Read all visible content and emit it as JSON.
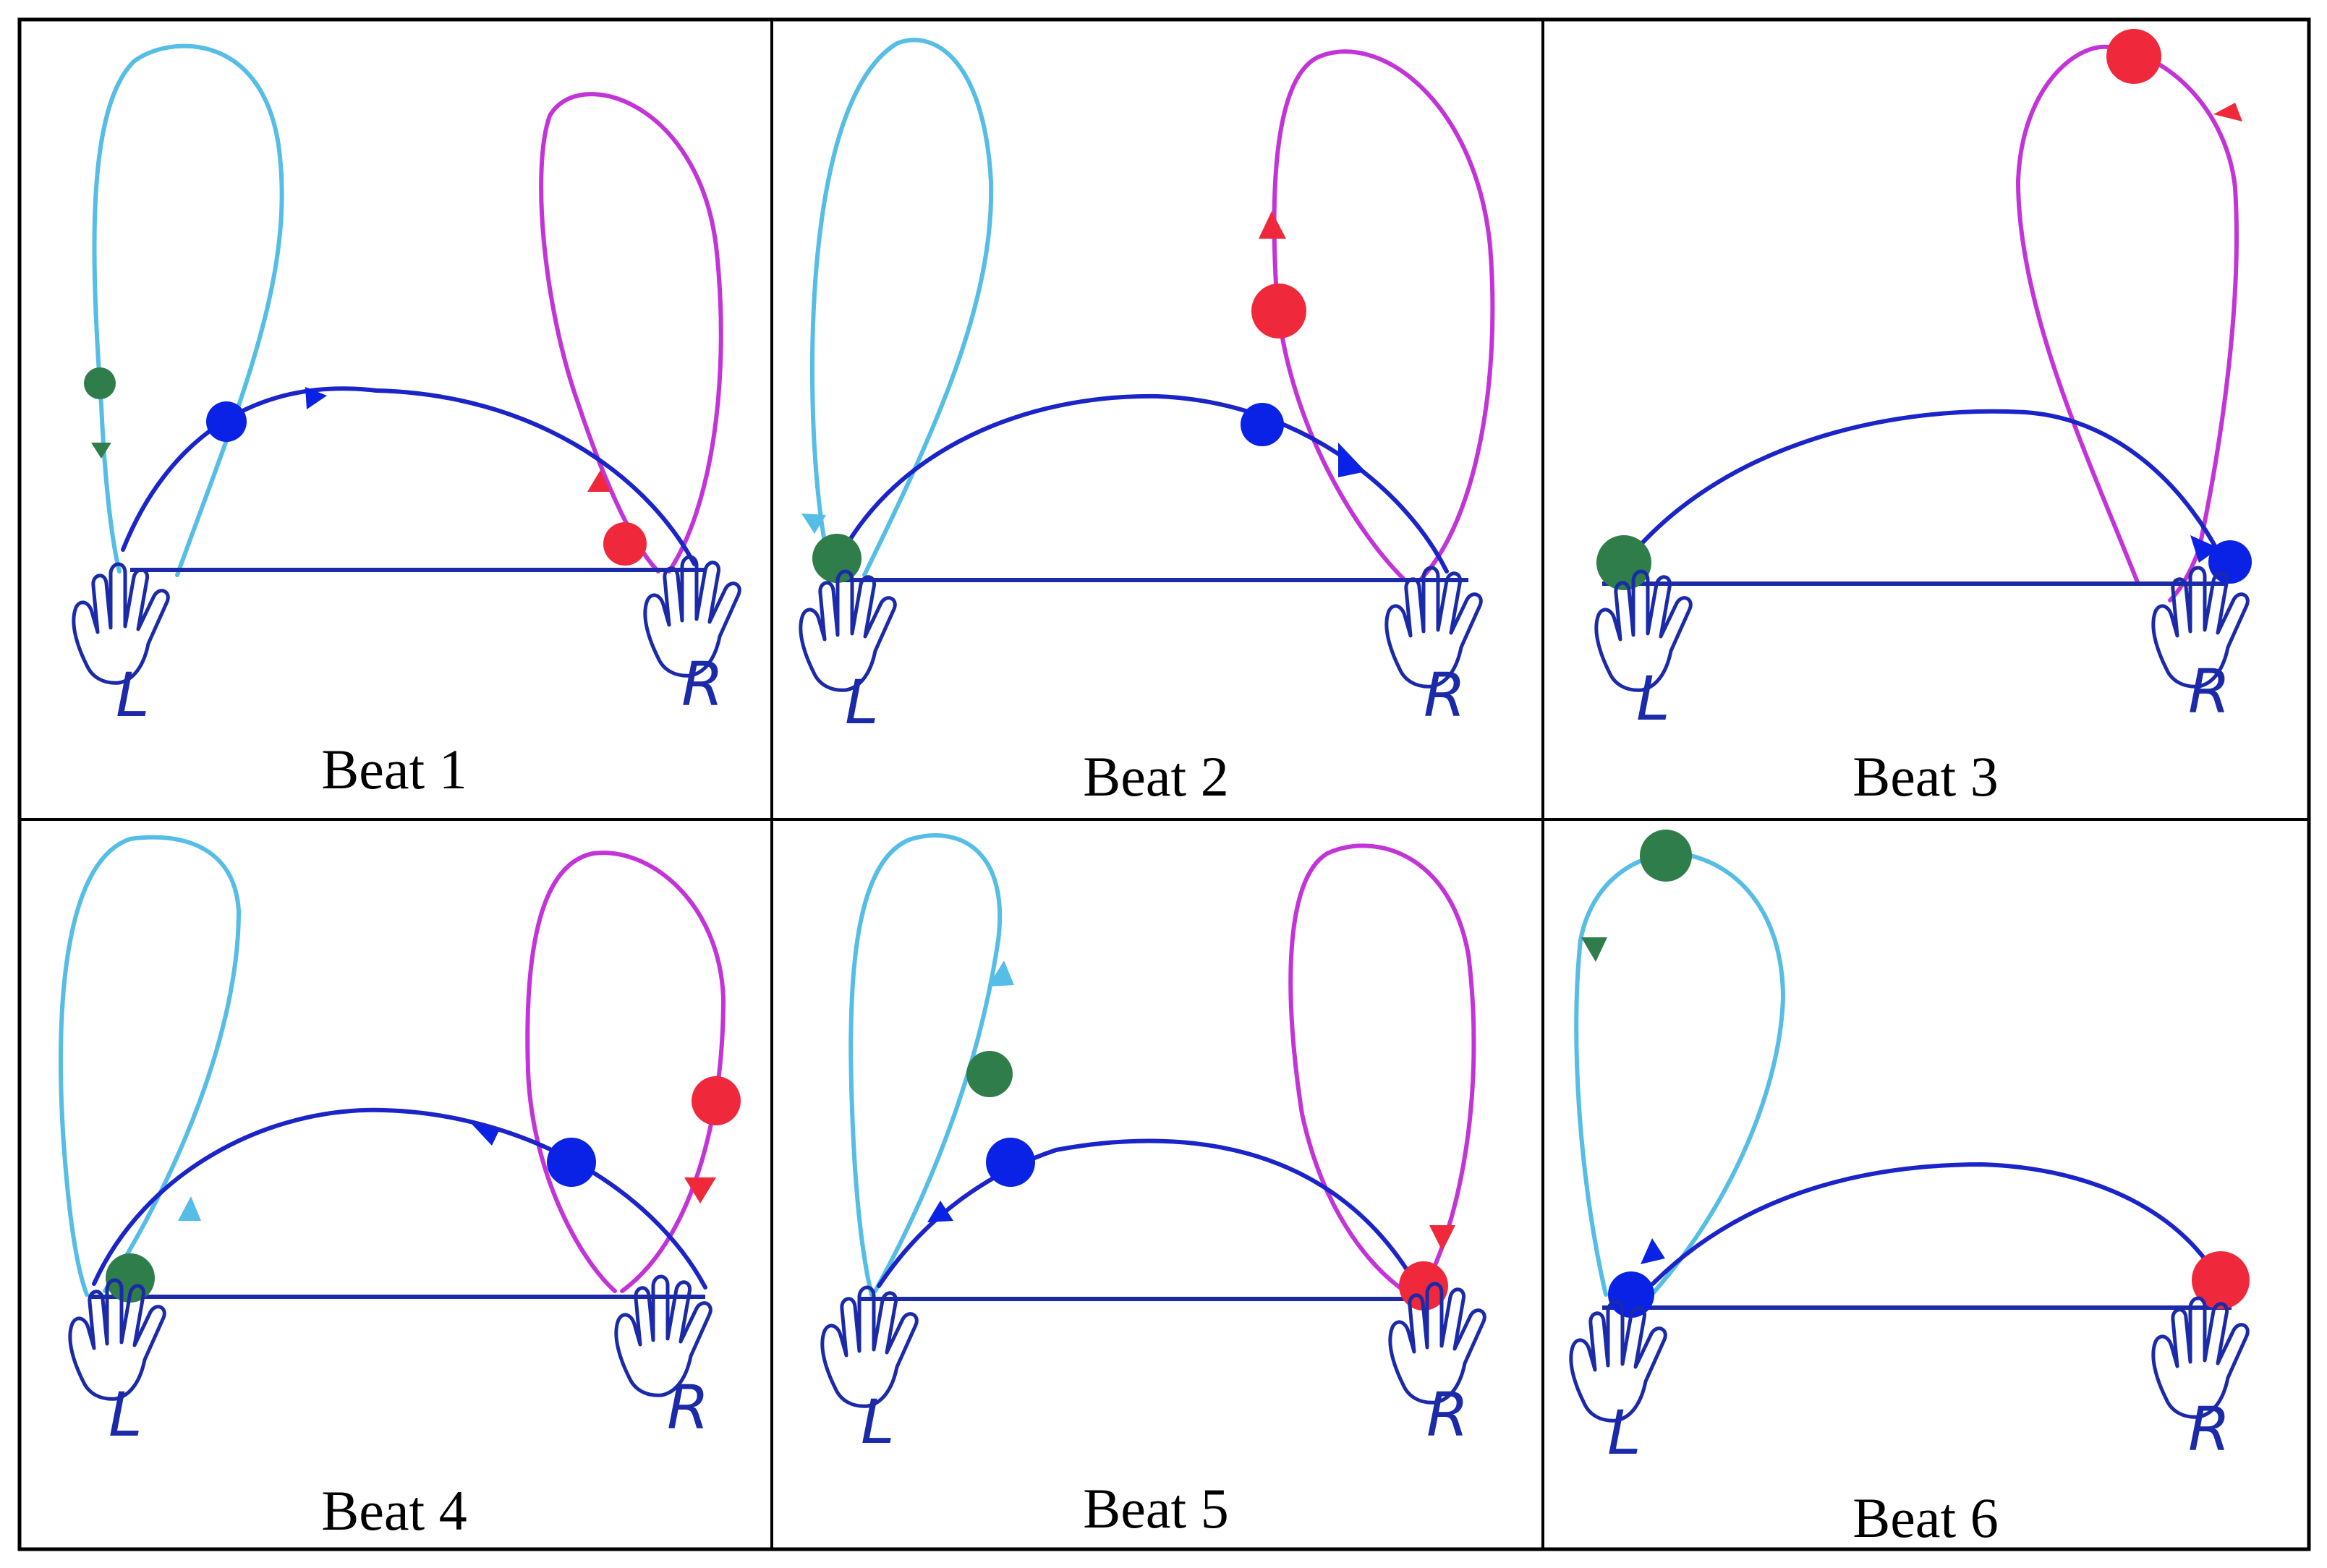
{
  "colors": {
    "left_loop": "#55bde6",
    "right_loop": "#c334d8",
    "cross_arc": "#1a24c8",
    "ball_green": "#2e7d4a",
    "ball_blue": "#0a22e6",
    "ball_red": "#f0283c",
    "ink": "#1a2aa8",
    "grid": "#000000"
  },
  "hands": {
    "left": "L",
    "right": "R"
  },
  "beats": [
    {
      "caption": "Beat 1"
    },
    {
      "caption": "Beat 2"
    },
    {
      "caption": "Beat 3"
    },
    {
      "caption": "Beat 4"
    },
    {
      "caption": "Beat 5"
    },
    {
      "caption": "Beat 6"
    }
  ]
}
